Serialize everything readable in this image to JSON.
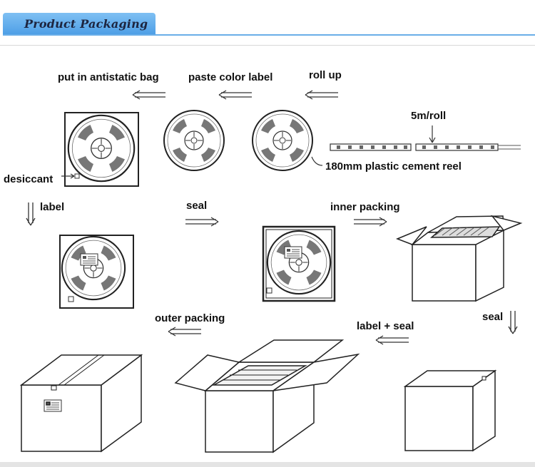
{
  "header": {
    "title": "Product Packaging",
    "accent_color": "#5aa8ec"
  },
  "steps": {
    "put_in_bag": "put in antistatic bag",
    "paste_label": "paste color label",
    "roll_up": "roll up",
    "length": "5m/roll",
    "reel": "180mm plastic cement reel",
    "desiccant": "desiccant",
    "label": "label",
    "seal1": "seal",
    "inner_packing": "inner packing",
    "seal2": "seal",
    "label_seal": "label + seal",
    "outer_packing": "outer packing"
  },
  "icons": {
    "arrow_left": "double-arrow-left-icon",
    "arrow_right": "double-arrow-right-icon",
    "arrow_down": "double-arrow-down-icon",
    "reel": "reel-icon",
    "bag": "bag-icon",
    "box": "box-icon",
    "strip": "led-strip-icon"
  }
}
